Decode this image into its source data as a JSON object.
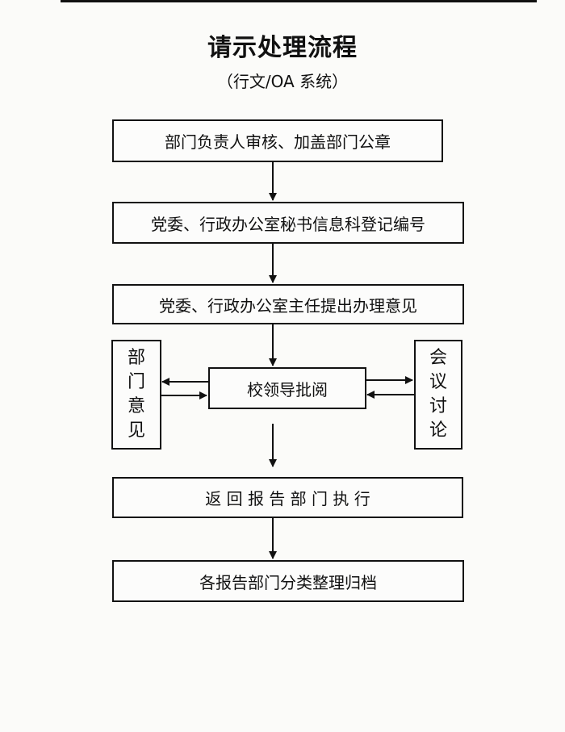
{
  "title": "请示处理流程",
  "subtitle": "（行文/OA 系统）",
  "steps": [
    "部门负责人审核、加盖部门公章",
    "党委、行政办公室秘书信息科登记编号",
    "党委、行政办公室主任提出办理意见",
    "校领导批阅",
    "返 回 报 告 部 门 执 行",
    "各报告部门分类整理归档"
  ],
  "side_left": [
    "部",
    "门",
    "意",
    "见"
  ],
  "side_right": [
    "会",
    "议",
    "讨",
    "论"
  ]
}
